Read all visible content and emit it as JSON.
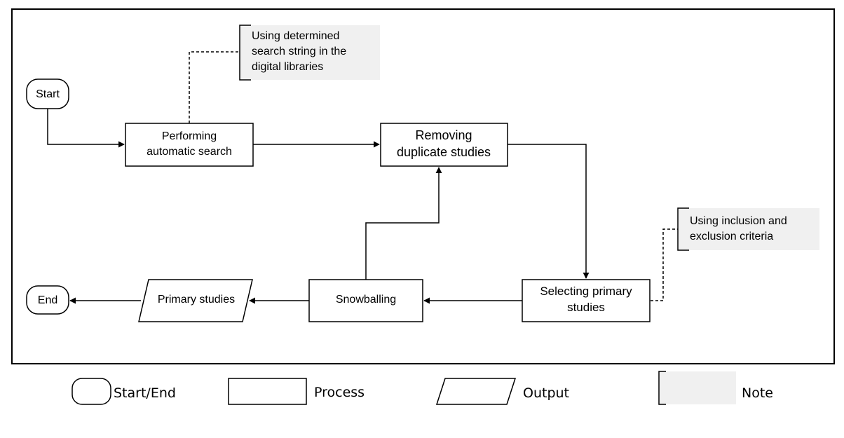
{
  "nodes": {
    "start": "Start",
    "end": "End",
    "automatic_search": [
      "Performing",
      "automatic search"
    ],
    "remove_duplicates": [
      "Removing",
      "duplicate studies"
    ],
    "select_primary": [
      "Selecting primary",
      "studies"
    ],
    "snowballing": "Snowballing",
    "primary_studies": "Primary studies"
  },
  "notes": {
    "search_note": [
      "Using determined",
      "search string in the",
      "digital libraries"
    ],
    "criteria_note": [
      "Using inclusion and",
      "exclusion criteria"
    ]
  },
  "legend": {
    "start_end": "Start/End",
    "process": "Process",
    "output": "Output",
    "note": "Note"
  },
  "colors": {
    "note_fill": "#f0f0f0",
    "stroke": "#000000"
  }
}
